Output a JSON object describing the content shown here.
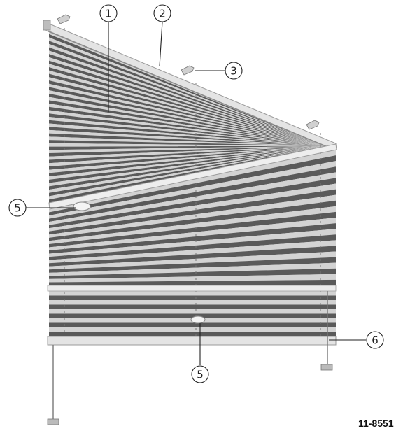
{
  "callouts": [
    "1",
    "2",
    "3",
    "5",
    "5",
    "6"
  ],
  "document_code": "11-8551",
  "colors": {
    "pleat_light": "#d3d3d3",
    "pleat_dark": "#5a5a5a",
    "rail": "#dcdcdc",
    "cord": "#777777",
    "leader": "#222222"
  }
}
